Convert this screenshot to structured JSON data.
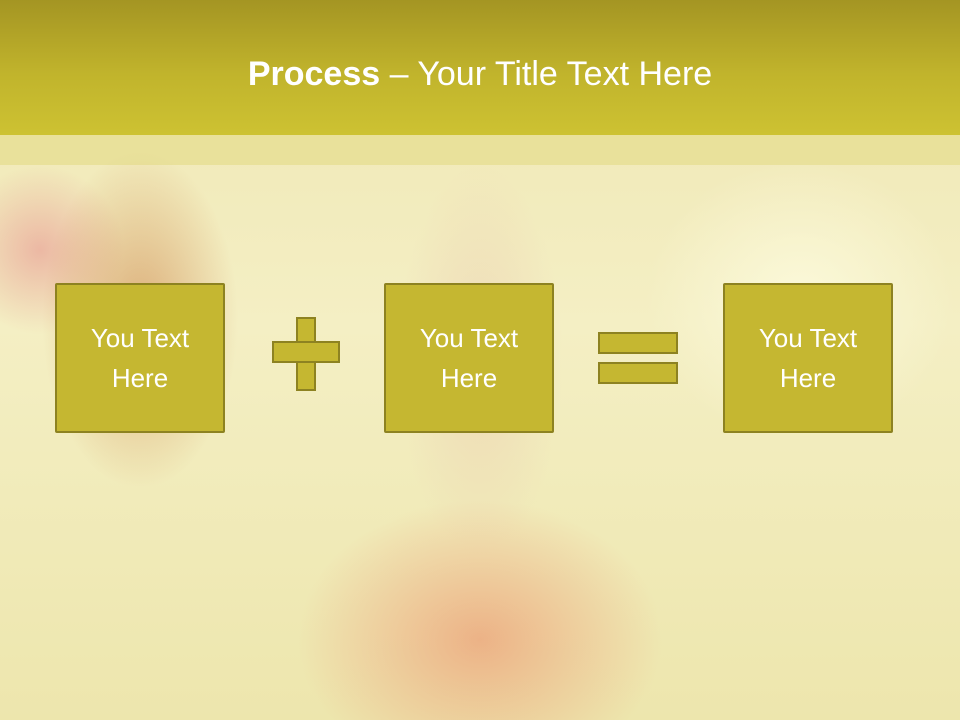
{
  "header": {
    "title_bold": "Process",
    "title_rest": " – Your Title Text Here"
  },
  "boxes": [
    {
      "line1": "You Text",
      "line2": "Here"
    },
    {
      "line1": "You Text",
      "line2": "Here"
    },
    {
      "line1": "You Text",
      "line2": "Here"
    }
  ],
  "colors": {
    "header": "#c1b42c",
    "box_fill": "#c5b731",
    "box_border": "#8d8221",
    "text": "#ffffff"
  },
  "icons": {
    "operator_1": "plus-icon",
    "operator_2": "equals-icon"
  }
}
